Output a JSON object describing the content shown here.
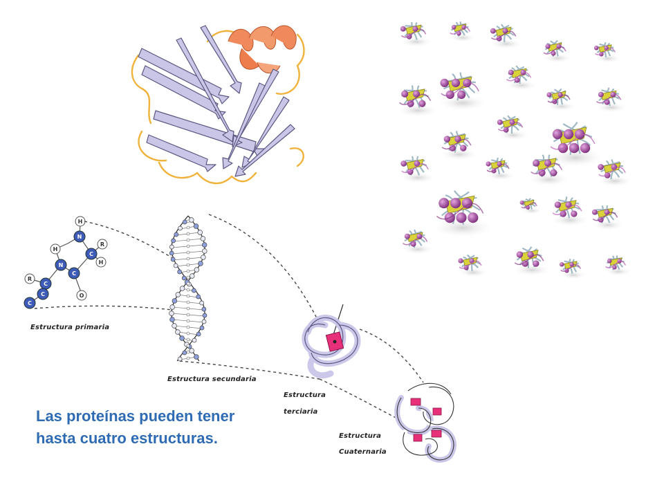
{
  "labels": {
    "primary": "Estructura primaria",
    "secondary": "Estructura secundaria",
    "tertiary_line1": "Estructura",
    "tertiary_line2": "terciaria",
    "quaternary_line1": "Estructura",
    "quaternary_line2": "Cuaternaria"
  },
  "caption": {
    "line1": "Las proteínas pueden tener",
    "line2": "hasta cuatro estructuras."
  },
  "atoms": {
    "n": "N",
    "c": "C",
    "h": "H",
    "r": "R",
    "o": "O"
  },
  "colors": {
    "sheet": "#c9c6e8",
    "sheet_stroke": "#5a5780",
    "helix": "#f08a5d",
    "loop": "#f0b23a",
    "atom_blue": "#3f5bb8",
    "atom_white": "#ffffff",
    "purple": "#a0449e",
    "yellow": "#d9d23a",
    "pink": "#e8307a",
    "caption": "#2e6bb3"
  }
}
